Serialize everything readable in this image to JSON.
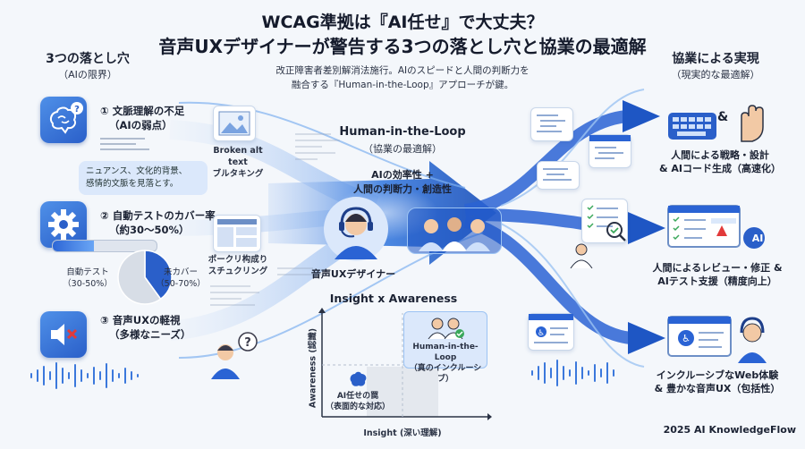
{
  "title": {
    "line1": "WCAG準拠は『AI任せ』で大丈夫？",
    "line2": "音声UXデザイナーが警告する3つの落とし穴と協業の最適解",
    "subtitle_line1": "改正障害者差別解消法施行。AIのスピードと人間の判断力を",
    "subtitle_line2": "融合する『Human-in-the-Loop』アプローチが鍵。"
  },
  "left": {
    "header": "3つの落とし穴",
    "header_sub": "（AIの限界）",
    "item1": {
      "title": "① 文脈理解の不足",
      "sub": "（AIの弱点）",
      "icon": "brain-question-icon",
      "bubble_line1": "ニュアンス、文化的背景、",
      "bubble_line2": "感情的文脈を見落とす。"
    },
    "item2": {
      "title": "② 自動テストのカバー率",
      "sub": "（約30〜50%）",
      "icon": "gear-icon",
      "auto_label": "自動テスト",
      "auto_range": "（30-50%）",
      "uncovered_label": "未カバー",
      "uncovered_range": "（50-70%）"
    },
    "item3": {
      "title": "③ 音声UXの軽視",
      "sub": "（多様なニーズ）",
      "icon": "speaker-mute-icon"
    }
  },
  "mid": {
    "broken_line1": "Broken alt text",
    "broken_line2": "ブルタキング",
    "poor_line1": "ポークリ构成り",
    "poor_line2": "スチュクリング"
  },
  "center": {
    "header": "Human-in-the-Loop",
    "header_sub": "（協業の最適解）",
    "arrow_line1": "AIの効率性 +",
    "arrow_line2": "人間の判断力・創造性",
    "designer_label": "音声UXデザイナー"
  },
  "matrix": {
    "title": "Insight x Awareness",
    "y_label": "Awareness (認識)",
    "x_label": "Insight (深い理解)",
    "top_right_line1": "Human-in-the-Loop",
    "top_right_line2": "（真のインクルーシブ）",
    "bottom_left_line1": "AI任せの罠",
    "bottom_left_line2": "（表面的な対応）"
  },
  "right": {
    "header": "協業による実現",
    "header_sub": "（現実的な最適解）",
    "item1_line1": "人間による戦略・設計",
    "item1_line2": "& AIコード生成（高速化）",
    "item2_line1": "人間によるレビュー・修正 &",
    "item2_line2": "AIテスト支援（精度向上）",
    "item3_line1": "インクルーシブなWeb体験",
    "item3_line2": "& 豊かな音声UX（包括性）",
    "amp": "&",
    "ai_badge": "AI"
  },
  "footer": "2025 AI KnowledgeFlow",
  "chart_data": {
    "type": "pie",
    "categories": [
      "自動テスト",
      "未カバー"
    ],
    "values": [
      40,
      60
    ]
  },
  "colors": {
    "accent": "#2a63d4",
    "flow": "#1e56c4",
    "danger": "#e23a3a"
  }
}
